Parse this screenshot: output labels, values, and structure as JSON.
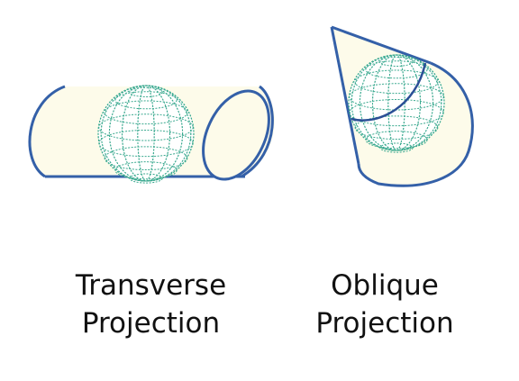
{
  "panels": [
    {
      "id": "transverse",
      "caption_line1": "Transverse",
      "caption_line2": "Projection"
    },
    {
      "id": "oblique",
      "caption_line1": "Oblique",
      "caption_line2": "Projection"
    }
  ],
  "colors": {
    "surface_fill": "#fdfbea",
    "outline": "#3460a8",
    "globe_grid": "#3aa98f",
    "caption_text": "#111111"
  }
}
